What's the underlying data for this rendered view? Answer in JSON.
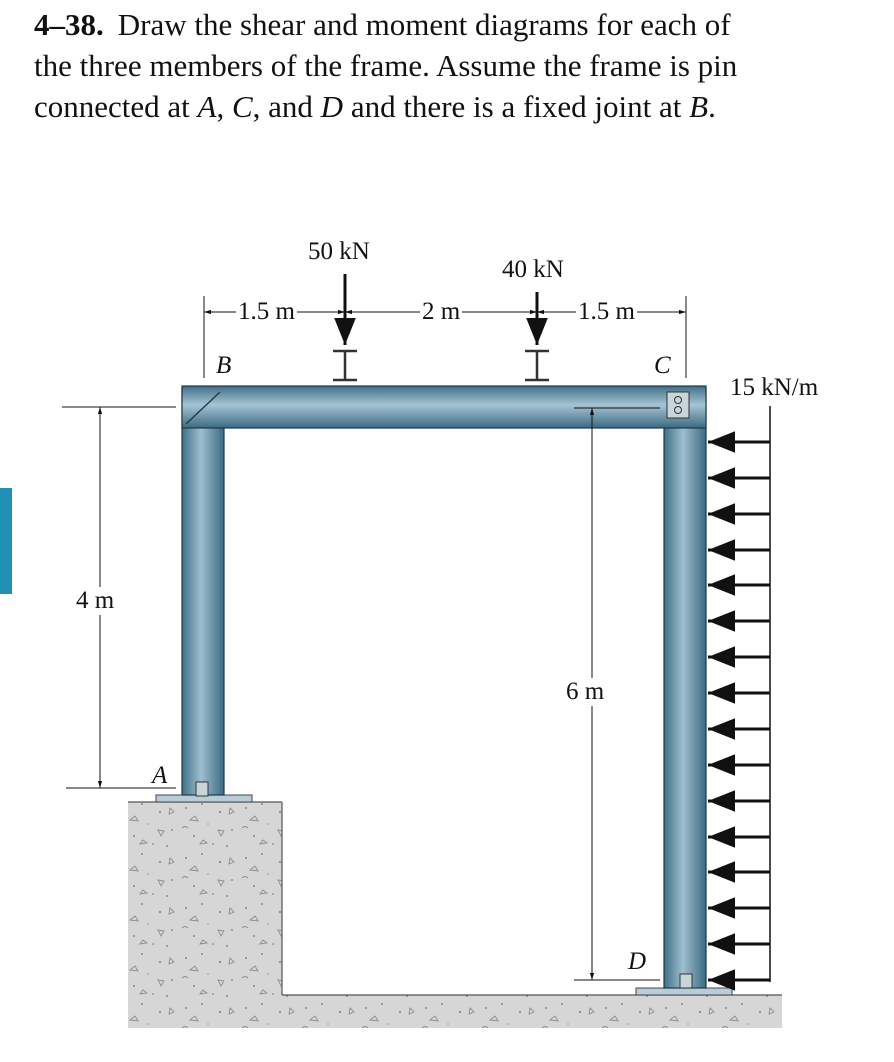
{
  "problem": {
    "number": "4–38.",
    "line1": "Draw the shear and moment diagrams for each of",
    "line2": "the three members of the frame. Assume the frame is pin",
    "line3_a": "connected at ",
    "A": "A",
    "comma1": ", ",
    "C": "C",
    "line3_b": ", and ",
    "D": "D",
    "line3_c": " and there is a fixed joint at ",
    "B": "B",
    "period": "."
  },
  "figure": {
    "loads": {
      "p1": "50 kN",
      "p2": "40 kN",
      "distributed": "15 kN/m"
    },
    "dimensions": {
      "d1": "1.5 m",
      "d2": "2 m",
      "d3": "1.5 m",
      "left_height": "4 m",
      "right_height": "6 m"
    },
    "points": {
      "A": "A",
      "B": "B",
      "C": "C",
      "D": "D"
    }
  }
}
